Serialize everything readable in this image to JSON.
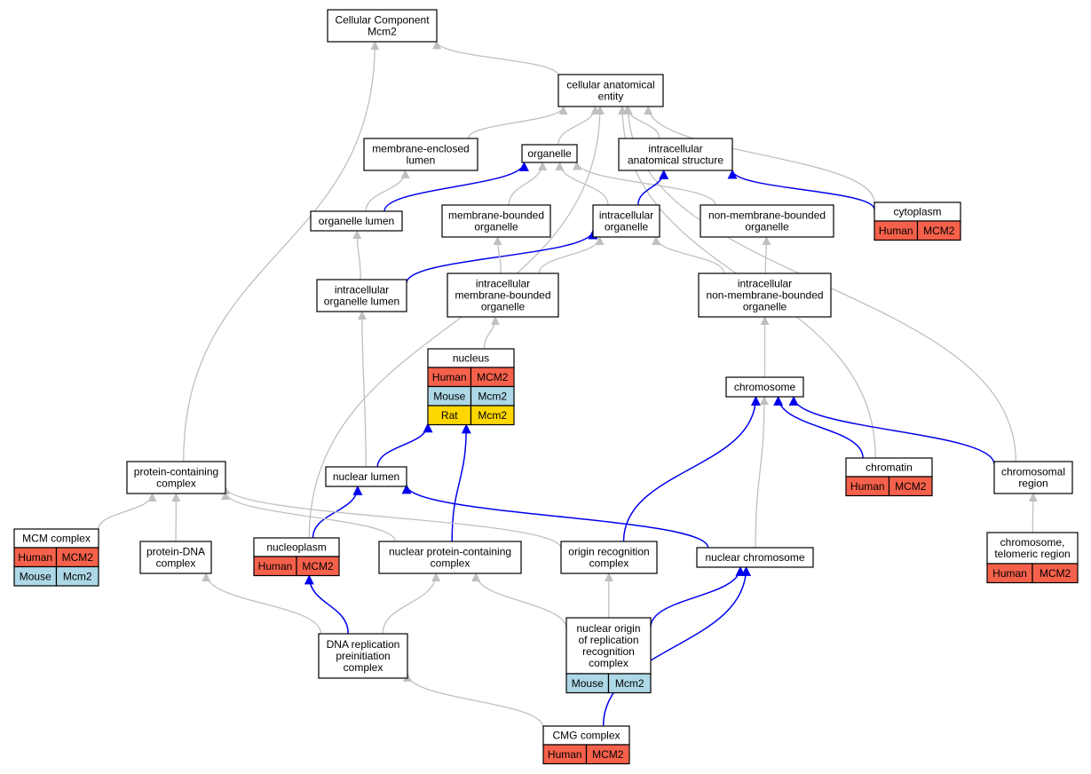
{
  "colors": {
    "human": "#f6614b",
    "mouse": "#add8e6",
    "rat": "#ffd700",
    "edge_gray": "#c0c0c0",
    "edge_blue": "#0000ee"
  },
  "nodes": {
    "cc_mcm2": {
      "lines": [
        "Cellular Component",
        "Mcm2"
      ]
    },
    "cae": {
      "lines": [
        "cellular anatomical",
        "entity"
      ]
    },
    "mel": {
      "lines": [
        "membrane-enclosed",
        "lumen"
      ]
    },
    "organelle": {
      "lines": [
        "organelle"
      ]
    },
    "ias": {
      "lines": [
        "intracellular",
        "anatomical structure"
      ]
    },
    "organelle_lumen": {
      "lines": [
        "organelle lumen"
      ]
    },
    "mbo": {
      "lines": [
        "membrane-bounded",
        "organelle"
      ]
    },
    "io": {
      "lines": [
        "intracellular",
        "organelle"
      ]
    },
    "nmbo": {
      "lines": [
        "non-membrane-bounded",
        "organelle"
      ]
    },
    "cytoplasm": {
      "lines": [
        "cytoplasm"
      ],
      "rows": [
        [
          "Human",
          "MCM2"
        ]
      ]
    },
    "iol": {
      "lines": [
        "intracellular",
        "organelle lumen"
      ]
    },
    "imbo": {
      "lines": [
        "intracellular",
        "membrane-bounded",
        "organelle"
      ]
    },
    "inmbo": {
      "lines": [
        "intracellular",
        "non-membrane-bounded",
        "organelle"
      ]
    },
    "nucleus": {
      "lines": [
        "nucleus"
      ],
      "rows": [
        [
          "Human",
          "MCM2"
        ],
        [
          "Mouse",
          "Mcm2"
        ],
        [
          "Rat",
          "Mcm2"
        ]
      ]
    },
    "chromosome": {
      "lines": [
        "chromosome"
      ]
    },
    "pcc": {
      "lines": [
        "protein-containing",
        "complex"
      ]
    },
    "nuclear_lumen": {
      "lines": [
        "nuclear lumen"
      ]
    },
    "chromatin": {
      "lines": [
        "chromatin"
      ],
      "rows": [
        [
          "Human",
          "MCM2"
        ]
      ]
    },
    "chromosomal_region": {
      "lines": [
        "chromosomal",
        "region"
      ]
    },
    "mcm_complex": {
      "lines": [
        "MCM complex"
      ],
      "rows": [
        [
          "Human",
          "MCM2"
        ],
        [
          "Mouse",
          "Mcm2"
        ]
      ]
    },
    "protein_dna": {
      "lines": [
        "protein-DNA",
        "complex"
      ]
    },
    "nucleoplasm": {
      "lines": [
        "nucleoplasm"
      ],
      "rows": [
        [
          "Human",
          "MCM2"
        ]
      ]
    },
    "npcc": {
      "lines": [
        "nuclear protein-containing",
        "complex"
      ]
    },
    "orc": {
      "lines": [
        "origin recognition",
        "complex"
      ]
    },
    "nuclear_chromosome": {
      "lines": [
        "nuclear chromosome"
      ]
    },
    "telomeric": {
      "lines": [
        "chromosome,",
        "telomeric region"
      ],
      "rows": [
        [
          "Human",
          "MCM2"
        ]
      ]
    },
    "dna_prc": {
      "lines": [
        "DNA replication",
        "preinitiation",
        "complex"
      ]
    },
    "norc": {
      "lines": [
        "nuclear origin",
        "of replication",
        "recognition",
        "complex"
      ],
      "rows": [
        [
          "Mouse",
          "Mcm2"
        ]
      ]
    },
    "cmg": {
      "lines": [
        "CMG complex"
      ],
      "rows": [
        [
          "Human",
          "MCM2"
        ]
      ]
    }
  },
  "edges": [
    {
      "from": "cae",
      "to": "cc_mcm2",
      "color": "gray"
    },
    {
      "from": "pcc",
      "to": "cc_mcm2",
      "color": "gray"
    },
    {
      "from": "mel",
      "to": "cae",
      "color": "gray"
    },
    {
      "from": "organelle",
      "to": "cae",
      "color": "gray"
    },
    {
      "from": "ias",
      "to": "cae",
      "color": "gray"
    },
    {
      "from": "cytoplasm",
      "to": "cae",
      "color": "gray"
    },
    {
      "from": "nucleoplasm",
      "to": "cae",
      "color": "gray"
    },
    {
      "from": "chromatin",
      "to": "cae",
      "color": "gray"
    },
    {
      "from": "chromosomal_region",
      "to": "cae",
      "color": "gray"
    },
    {
      "from": "organelle_lumen",
      "to": "mel",
      "color": "gray"
    },
    {
      "from": "organelle_lumen",
      "to": "organelle",
      "color": "blue"
    },
    {
      "from": "mbo",
      "to": "organelle",
      "color": "gray"
    },
    {
      "from": "io",
      "to": "organelle",
      "color": "gray"
    },
    {
      "from": "nmbo",
      "to": "organelle",
      "color": "gray"
    },
    {
      "from": "io",
      "to": "ias",
      "color": "blue"
    },
    {
      "from": "cytoplasm",
      "to": "ias",
      "color": "blue"
    },
    {
      "from": "iol",
      "to": "organelle_lumen",
      "color": "gray"
    },
    {
      "from": "iol",
      "to": "io",
      "color": "blue"
    },
    {
      "from": "imbo",
      "to": "mbo",
      "color": "gray"
    },
    {
      "from": "imbo",
      "to": "io",
      "color": "gray"
    },
    {
      "from": "inmbo",
      "to": "io",
      "color": "gray"
    },
    {
      "from": "inmbo",
      "to": "nmbo",
      "color": "gray"
    },
    {
      "from": "nucleus",
      "to": "imbo",
      "color": "gray"
    },
    {
      "from": "chromosome",
      "to": "inmbo",
      "color": "gray"
    },
    {
      "from": "nuclear_lumen",
      "to": "iol",
      "color": "gray"
    },
    {
      "from": "nuclear_lumen",
      "to": "nucleus",
      "color": "blue"
    },
    {
      "from": "npcc",
      "to": "nucleus",
      "color": "blue"
    },
    {
      "from": "chromatin",
      "to": "chromosome",
      "color": "blue"
    },
    {
      "from": "chromosomal_region",
      "to": "chromosome",
      "color": "blue"
    },
    {
      "from": "orc",
      "to": "chromosome",
      "color": "blue"
    },
    {
      "from": "nuclear_chromosome",
      "to": "chromosome",
      "color": "gray"
    },
    {
      "from": "nucleoplasm",
      "to": "nuclear_lumen",
      "color": "blue"
    },
    {
      "from": "nuclear_chromosome",
      "to": "nuclear_lumen",
      "color": "blue"
    },
    {
      "from": "mcm_complex",
      "to": "pcc",
      "color": "gray"
    },
    {
      "from": "protein_dna",
      "to": "pcc",
      "color": "gray"
    },
    {
      "from": "npcc",
      "to": "pcc",
      "color": "gray"
    },
    {
      "from": "orc",
      "to": "pcc",
      "color": "gray"
    },
    {
      "from": "telomeric",
      "to": "chromosomal_region",
      "color": "gray"
    },
    {
      "from": "dna_prc",
      "to": "protein_dna",
      "color": "gray"
    },
    {
      "from": "dna_prc",
      "to": "nucleoplasm",
      "color": "blue"
    },
    {
      "from": "dna_prc",
      "to": "npcc",
      "color": "gray"
    },
    {
      "from": "norc",
      "to": "npcc",
      "color": "gray"
    },
    {
      "from": "norc",
      "to": "orc",
      "color": "gray"
    },
    {
      "from": "norc",
      "to": "nuclear_chromosome",
      "color": "blue"
    },
    {
      "from": "cmg",
      "to": "dna_prc",
      "color": "gray"
    },
    {
      "from": "cmg",
      "to": "nuclear_chromosome",
      "color": "blue"
    }
  ]
}
